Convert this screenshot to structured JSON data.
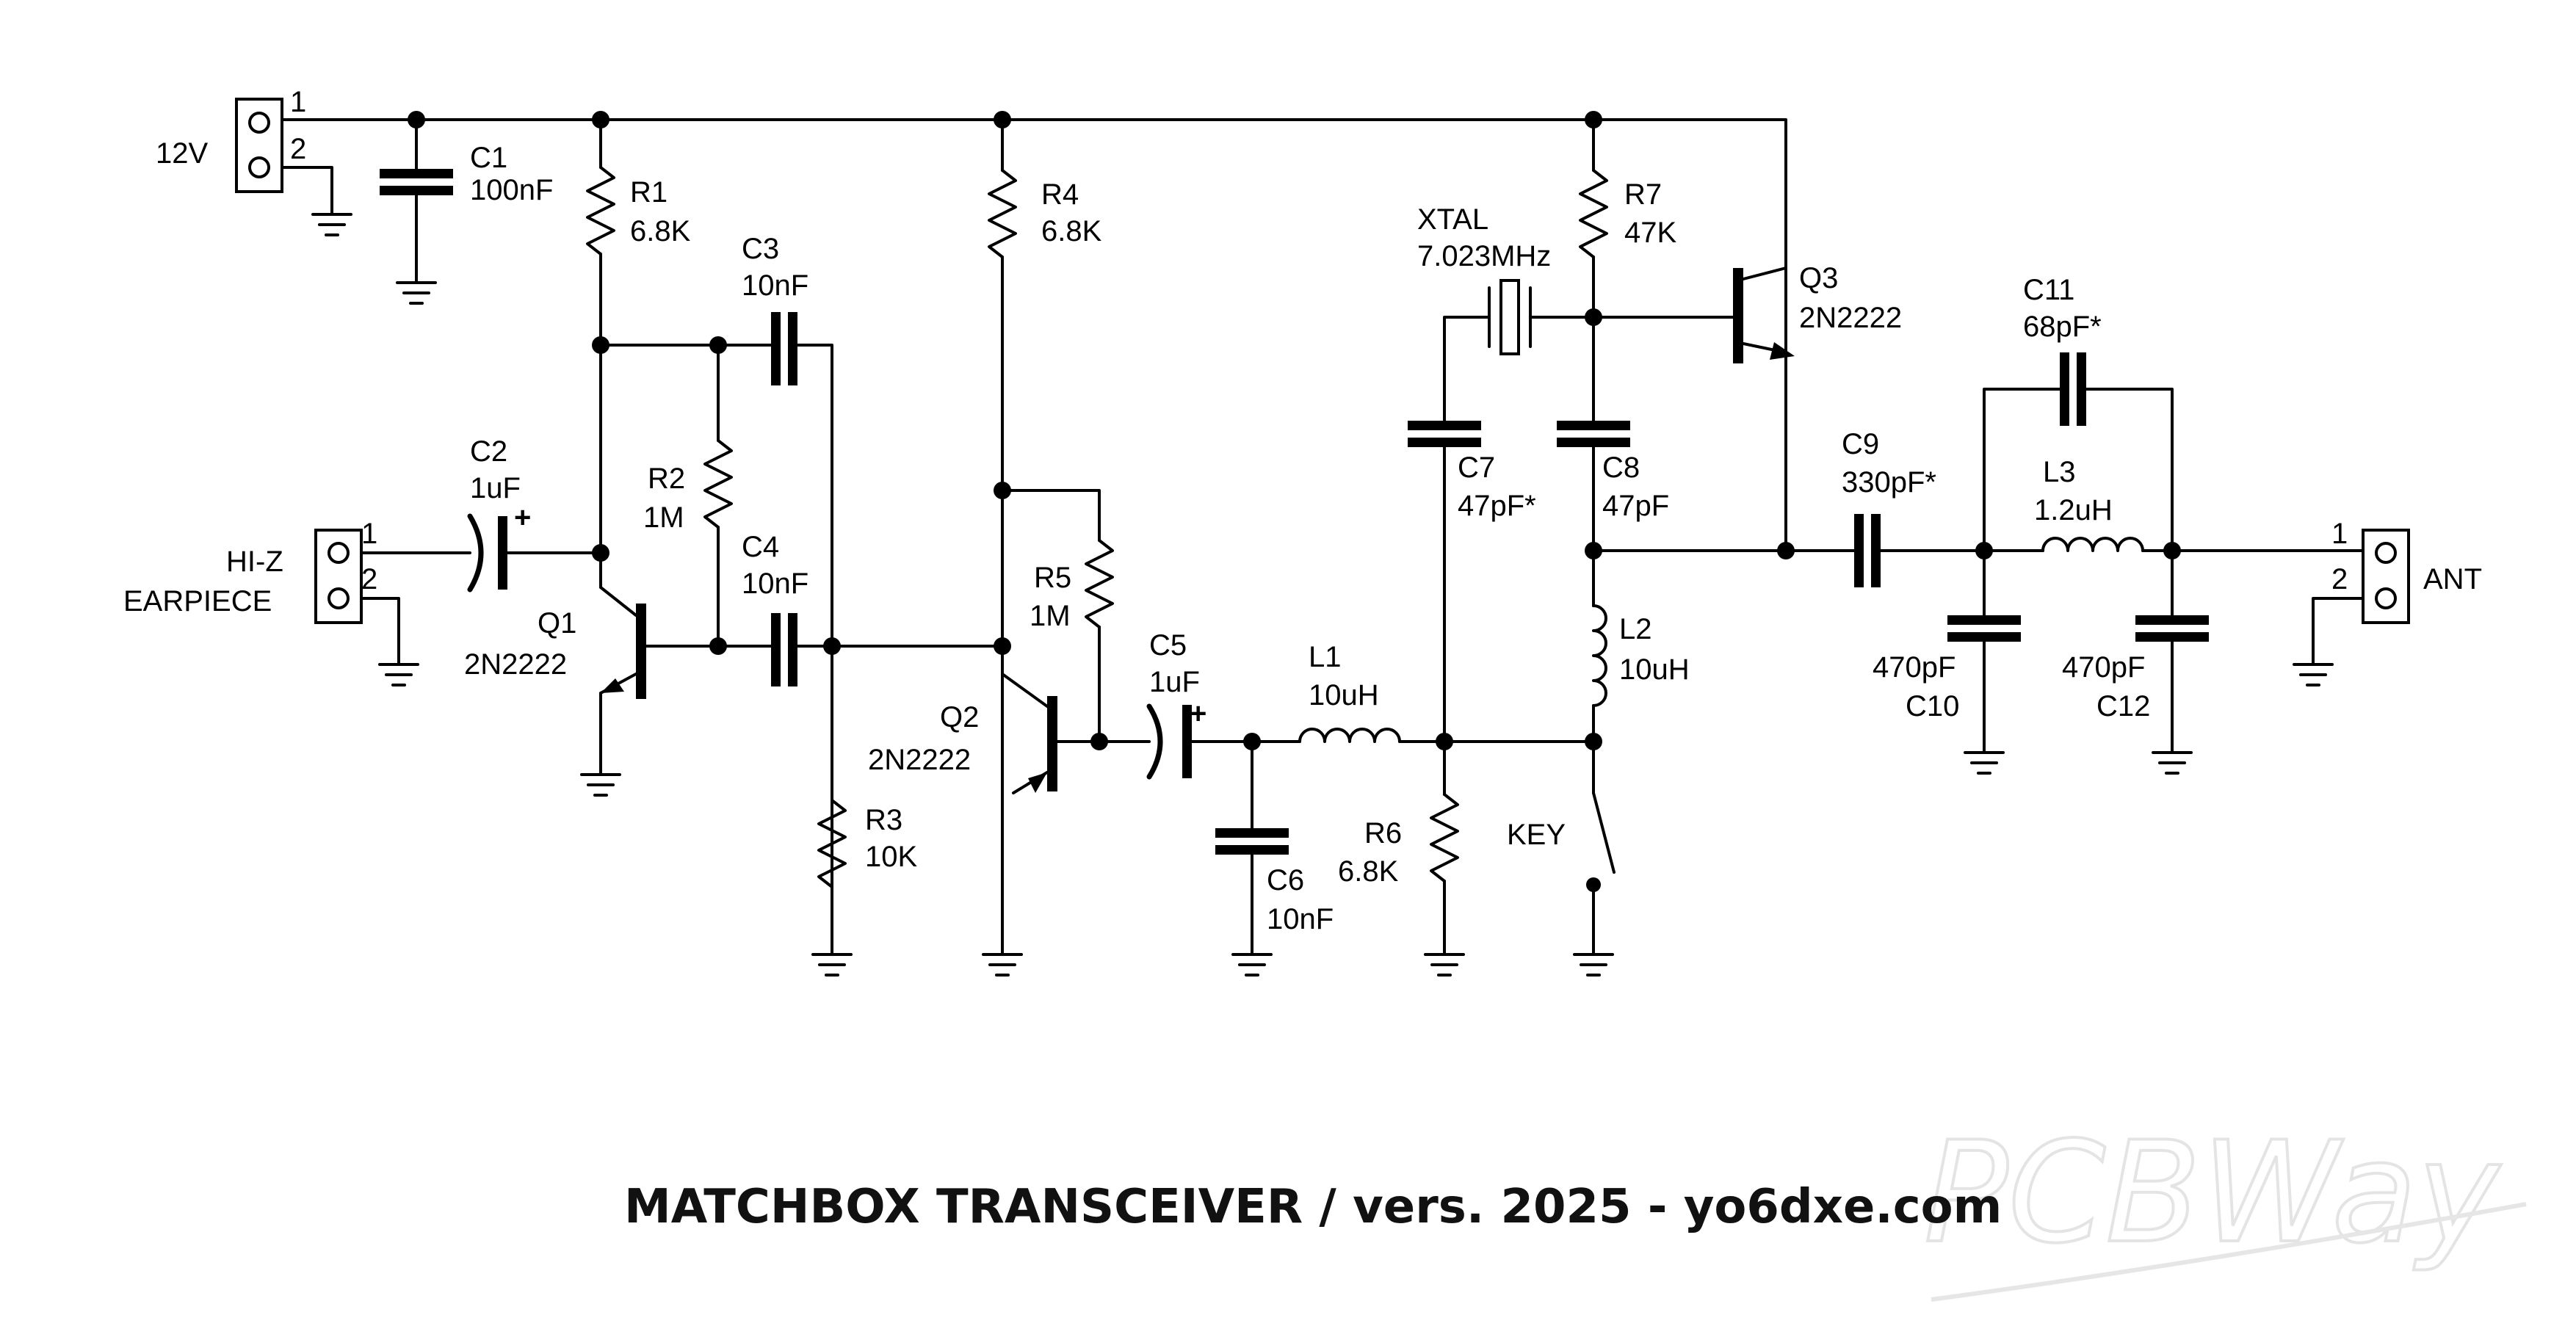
{
  "title": "MATCHBOX TRANSCEIVER / vers. 2025 - yo6dxe.com",
  "watermark": "PCBWay",
  "connectors": {
    "power": {
      "label": "12V",
      "pin1": "1",
      "pin2": "2"
    },
    "earpiece": {
      "label_line1": "HI-Z",
      "label_line2": "EARPIECE",
      "pin1": "1",
      "pin2": "2"
    },
    "antenna": {
      "label": "ANT",
      "pin1": "1",
      "pin2": "2"
    }
  },
  "components": {
    "C1": {
      "ref": "C1",
      "value": "100nF"
    },
    "C2": {
      "ref": "C2",
      "value": "1uF"
    },
    "C3": {
      "ref": "C3",
      "value": "10nF"
    },
    "C4": {
      "ref": "C4",
      "value": "10nF"
    },
    "C5": {
      "ref": "C5",
      "value": "1uF"
    },
    "C6": {
      "ref": "C6",
      "value": "10nF"
    },
    "C7": {
      "ref": "C7",
      "value": "47pF*"
    },
    "C8": {
      "ref": "C8",
      "value": "47pF"
    },
    "C9": {
      "ref": "C9",
      "value": "330pF*"
    },
    "C10": {
      "ref": "C10",
      "value": "470pF"
    },
    "C11": {
      "ref": "C11",
      "value": "68pF*"
    },
    "C12": {
      "ref": "C12",
      "value": "470pF"
    },
    "R1": {
      "ref": "R1",
      "value": "6.8K"
    },
    "R2": {
      "ref": "R2",
      "value": "1M"
    },
    "R3": {
      "ref": "R3",
      "value": "10K"
    },
    "R4": {
      "ref": "R4",
      "value": "6.8K"
    },
    "R5": {
      "ref": "R5",
      "value": "1M"
    },
    "R6": {
      "ref": "R6",
      "value": "6.8K"
    },
    "R7": {
      "ref": "R7",
      "value": "47K"
    },
    "L1": {
      "ref": "L1",
      "value": "10uH"
    },
    "L2": {
      "ref": "L2",
      "value": "10uH"
    },
    "L3": {
      "ref": "L3",
      "value": "1.2uH"
    },
    "Q1": {
      "ref": "Q1",
      "value": "2N2222"
    },
    "Q2": {
      "ref": "Q2",
      "value": "2N2222"
    },
    "Q3": {
      "ref": "Q3",
      "value": "2N2222"
    },
    "XTAL": {
      "ref": "XTAL",
      "value": "7.023MHz"
    },
    "KEY": {
      "ref": "KEY"
    }
  }
}
